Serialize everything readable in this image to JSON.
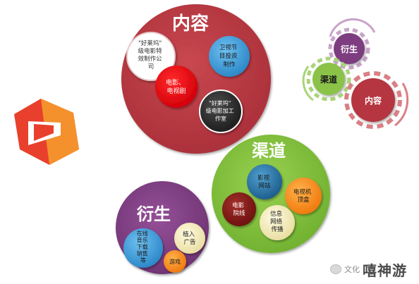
{
  "content": {
    "title": "内容",
    "node_haolaiwu_film": [
      "\"好莱坞\"",
      "级电影特",
      "效制作公",
      "司"
    ],
    "node_film_tv": [
      "电影、",
      "电视剧"
    ],
    "node_satellite": [
      "卫视节",
      "目投资",
      "制作"
    ],
    "node_haolaiwu_anim": [
      "\"好莱坞\"",
      "级电影加工",
      "作室"
    ]
  },
  "channel": {
    "title": "渠道",
    "node_cinema_site": [
      "影视",
      "网站"
    ],
    "node_tv_box": [
      "电视机",
      "顶盒"
    ],
    "node_cinema": [
      "电影",
      "院线"
    ],
    "node_info_network": [
      "信息",
      "网络",
      "传播"
    ]
  },
  "derivative": {
    "title": "衍生",
    "node_online_music": [
      "在线",
      "音乐",
      "下载",
      "销售",
      "等"
    ],
    "node_ads": [
      "植入",
      "广告"
    ],
    "node_games": [
      "游戏"
    ]
  },
  "gears": {
    "derivative": "衍生",
    "channel": "渠道",
    "content": "内容"
  },
  "watermark": {
    "small": "文化",
    "big": "嘻神游"
  },
  "colors": {
    "content": "#b5363f",
    "channel": "#7cbc3c",
    "derivative": "#7d3d80",
    "logo_red": "#e8402c",
    "logo_orange": "#f59a2e"
  }
}
